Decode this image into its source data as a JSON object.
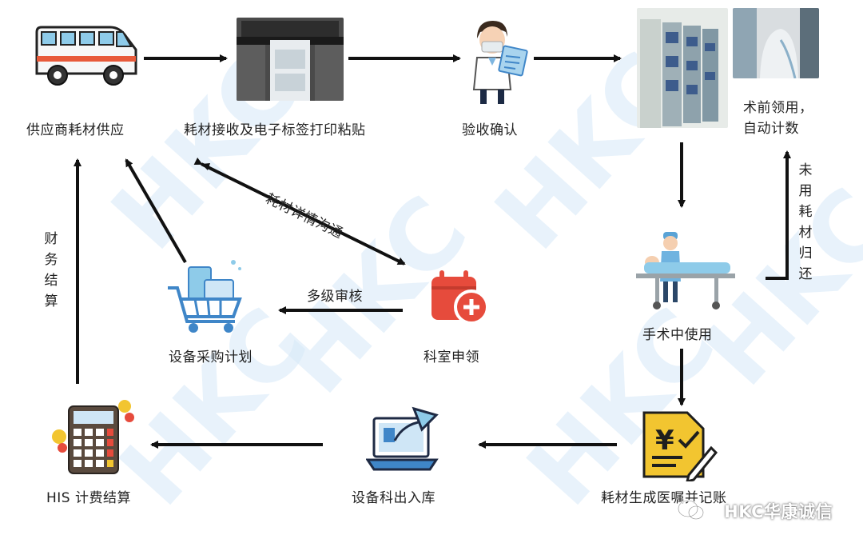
{
  "nodes": {
    "supplier": "供应商耗材供应",
    "receive_print": "耗材接收及电子标签打印粘贴",
    "acceptance": "验收确认",
    "preop_pickup": "术前领用，\n自动计数",
    "surgery_use": "手术中使用",
    "order_record": "耗材生成医嘱并记账",
    "warehouse": "设备科出入库",
    "his_billing": "HIS 计费结算",
    "purchase_plan": "设备采购计划",
    "dept_request": "科室申领"
  },
  "edge_labels": {
    "detail_comm": "耗材详情沟通",
    "multi_review": "多级审核",
    "finance_settle": "财务结算",
    "unused_return": "未用耗材归还"
  },
  "watermark": "HKC",
  "brand": "HKC华康诚信",
  "colors": {
    "accent_red": "#e64b3c",
    "icon_blue": "#3f86c8",
    "watermark": "#d6e9f8"
  }
}
